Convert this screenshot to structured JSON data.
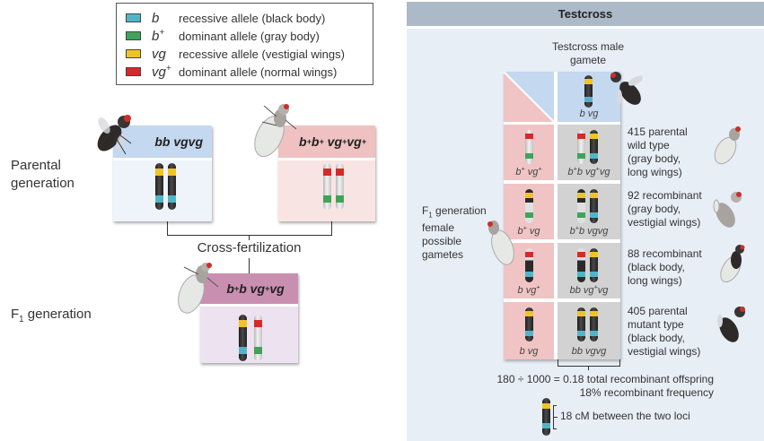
{
  "legend": {
    "items": [
      {
        "symbol": "b",
        "sup": "",
        "description": "recessive allele (black body)",
        "color": "#4fb6c8"
      },
      {
        "symbol": "b",
        "sup": "+",
        "description": "dominant allele (gray body)",
        "color": "#3fa35a"
      },
      {
        "symbol": "vg",
        "sup": "",
        "description": "recessive allele (vestigial wings)",
        "color": "#f0c428"
      },
      {
        "symbol": "vg",
        "sup": "+",
        "description": "dominant allele (normal wings)",
        "color": "#d42a2a"
      }
    ]
  },
  "left": {
    "parental_label_line1": "Parental",
    "parental_label_line2": "generation",
    "f1_label_F": "F",
    "f1_label_sub": "1",
    "f1_label_rest": " generation",
    "cross_label": "Cross-fertilization",
    "parent1": {
      "genotype": [
        "bb vgvg"
      ],
      "header_color": "#c4d8ef",
      "body_color": "#eef4fa",
      "fly": "black-body-vestigial-fly"
    },
    "parent2": {
      "genotype_parts": [
        "b",
        "+",
        "b",
        "+",
        " vg",
        "+",
        "vg",
        "+"
      ],
      "header_color": "#efc1c1",
      "body_color": "#f9e4e4",
      "fly": "wild-type-fly"
    },
    "f1": {
      "genotype_parts": [
        "b",
        "+",
        "b vg",
        "+",
        "vg"
      ],
      "header_color": "#c98fb0",
      "body_color": "#ede2ef",
      "fly": "wild-type-fly"
    }
  },
  "testcross": {
    "title": "Testcross",
    "male_gamete_label_line1": "Testcross male",
    "male_gamete_label_line2": "gamete",
    "male_gamete": "b vg",
    "female_label_F": "F",
    "female_label_sub": "1",
    "female_label_line1_rest": " generation",
    "female_label_line2": "female",
    "female_label_line3": "possible",
    "female_label_line4": "gametes",
    "rows": [
      {
        "gamete": [
          "b",
          "+",
          " vg",
          "+"
        ],
        "offspring": [
          "b",
          "+",
          "b vg",
          "+",
          "vg"
        ],
        "count": 415,
        "result_lines": [
          "415 parental",
          "wild type",
          "(gray body,",
          "long wings)"
        ]
      },
      {
        "gamete": [
          "b",
          "+",
          " vg",
          ""
        ],
        "offspring": [
          "b",
          "+",
          "b vgvg",
          "",
          ""
        ],
        "count": 92,
        "result_lines": [
          "92 recombinant",
          "(gray body,",
          "vestigial wings)"
        ]
      },
      {
        "gamete": [
          "b vg",
          "+",
          "",
          ""
        ],
        "offspring": [
          "bb vg",
          "+",
          "vg",
          "",
          ""
        ],
        "count": 88,
        "result_lines": [
          "88 recombinant",
          "(black body,",
          "long wings)"
        ]
      },
      {
        "gamete": [
          "b vg",
          "",
          "",
          ""
        ],
        "offspring": [
          "bb vgvg",
          "",
          "",
          "",
          ""
        ],
        "count": 405,
        "result_lines": [
          "405 parental",
          "mutant type",
          "(black body,",
          "vestigial wings)"
        ]
      }
    ],
    "summary_line1": "180 ÷ 1000 = 0.18 total recombinant offspring",
    "summary_line2": "18% recombinant frequency",
    "distance_label": "18 cM between the two loci"
  },
  "colors": {
    "b": "#4fb6c8",
    "b_plus": "#3fa35a",
    "vg": "#f0c428",
    "vg_plus": "#d42a2a",
    "female_col": "#f0c4c4",
    "male_row": "#c4d8ef",
    "offspring_cell": "#d2d2d2"
  }
}
